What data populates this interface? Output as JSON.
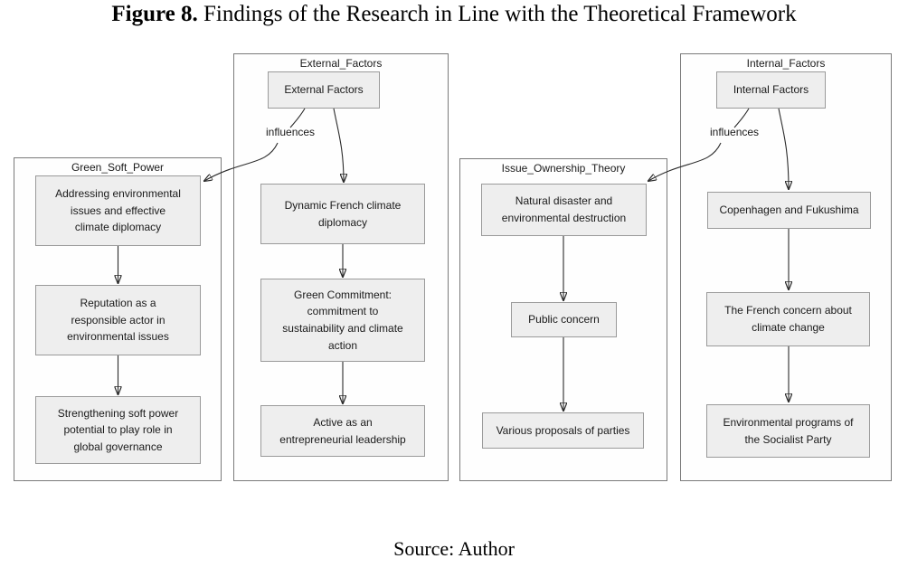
{
  "title": {
    "label": "Figure 8.",
    "text": "Findings of the Research in Line with the Theoretical Framework"
  },
  "source": "Source: Author",
  "colors": {
    "node_fill": "#eeeeee",
    "node_border": "#9a9a9a",
    "cluster_border": "#7a7a7a",
    "arrow": "#2b2b2b",
    "text": "#1a1a1a"
  },
  "diagram": {
    "clusters": [
      {
        "header": "Green_Soft_Power",
        "nodes": [
          "Addressing environmental\nissues and effective\nclimate diplomacy",
          "Reputation as a\nresponsible actor in\nenvironmental issues",
          "Strengthening soft power\npotential to play role in\nglobal governance"
        ]
      },
      {
        "header": "External_Factors",
        "influence_label": "influences",
        "nodes": [
          "External Factors",
          "Dynamic French climate\ndiplomacy",
          "Green Commitment:\ncommitment to\nsustainability and climate\naction",
          "Active as an\nentrepreneurial leadership"
        ]
      },
      {
        "header": "Issue_Ownership_Theory",
        "nodes": [
          "Natural disaster and\nenvironmental destruction",
          "Public concern",
          "Various proposals of parties"
        ]
      },
      {
        "header": "Internal_Factors",
        "influence_label": "influences",
        "nodes": [
          "Internal Factors",
          "Copenhagen and Fukushima",
          "The French concern about\nclimate change",
          "Environmental programs of\nthe Socialist Party"
        ]
      }
    ],
    "edges": [
      {
        "from": "External Factors",
        "to": "Addressing environmental issues and effective climate diplomacy",
        "label": "influences"
      },
      {
        "from": "External Factors",
        "to": "Dynamic French climate diplomacy"
      },
      {
        "from": "Dynamic French climate diplomacy",
        "to": "Green Commitment: commitment to sustainability and climate action"
      },
      {
        "from": "Green Commitment: commitment to sustainability and climate action",
        "to": "Active as an entrepreneurial leadership"
      },
      {
        "from": "Addressing environmental issues and effective climate diplomacy",
        "to": "Reputation as a responsible actor in environmental issues"
      },
      {
        "from": "Reputation as a responsible actor in environmental issues",
        "to": "Strengthening soft power potential to play role in global governance"
      },
      {
        "from": "Internal Factors",
        "to": "Natural disaster and environmental destruction",
        "label": "influences"
      },
      {
        "from": "Internal Factors",
        "to": "Copenhagen and Fukushima"
      },
      {
        "from": "Copenhagen and Fukushima",
        "to": "The French concern about climate change"
      },
      {
        "from": "The French concern about climate change",
        "to": "Environmental programs of the Socialist Party"
      },
      {
        "from": "Natural disaster and environmental destruction",
        "to": "Public concern"
      },
      {
        "from": "Public concern",
        "to": "Various proposals of parties"
      }
    ]
  }
}
